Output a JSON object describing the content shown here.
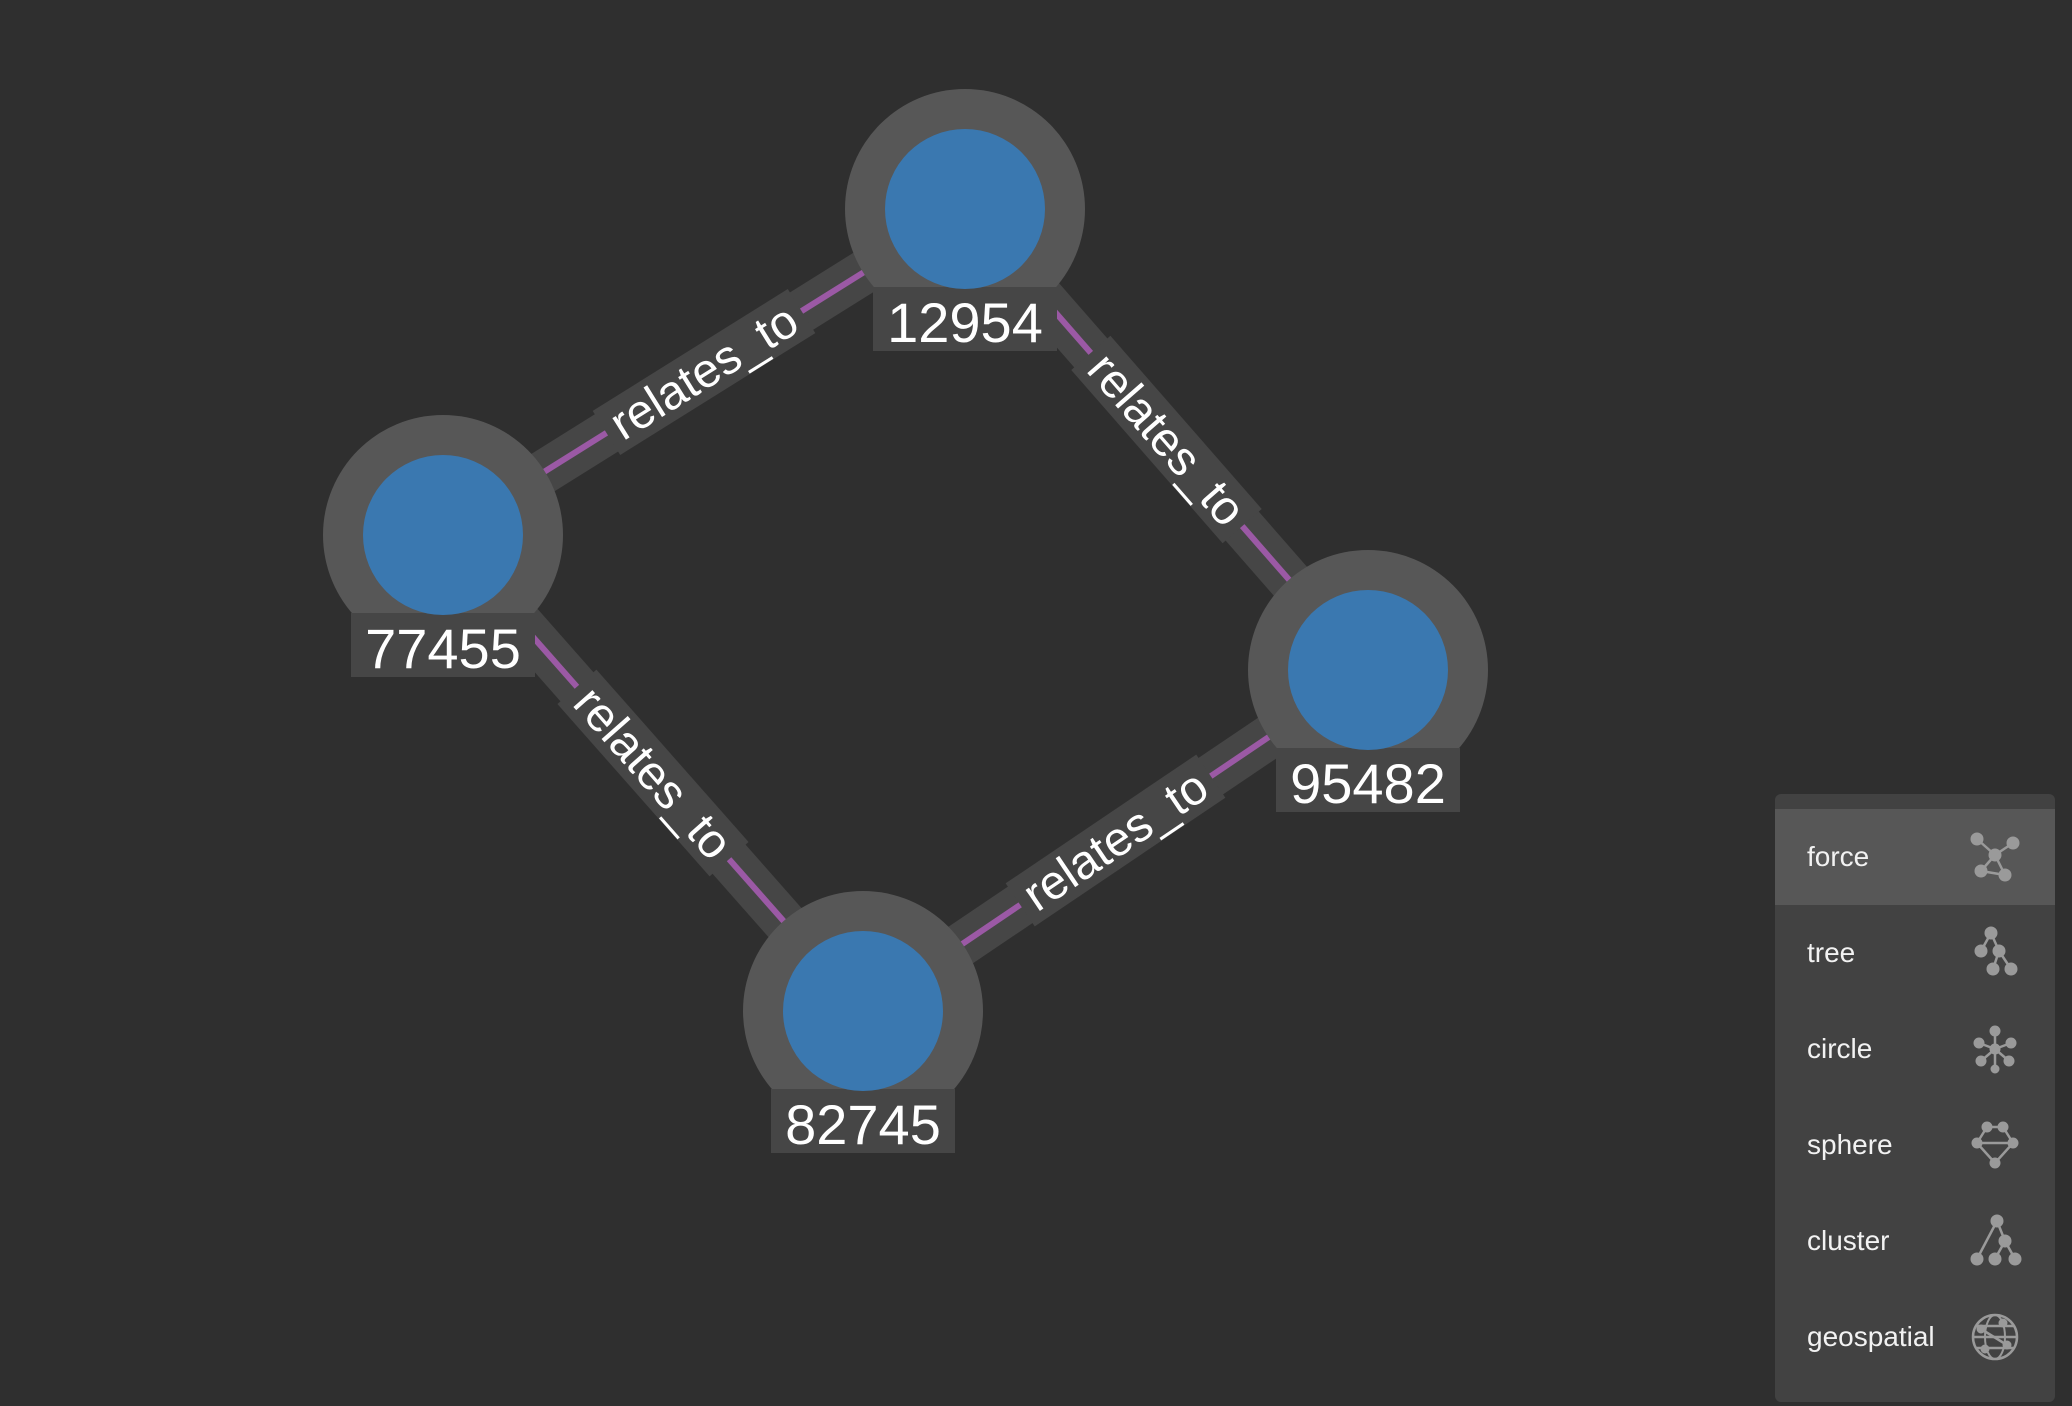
{
  "graph": {
    "nodes": [
      {
        "id": "12954",
        "label": "12954"
      },
      {
        "id": "77455",
        "label": "77455"
      },
      {
        "id": "95482",
        "label": "95482"
      },
      {
        "id": "82745",
        "label": "82745"
      }
    ],
    "edges": [
      {
        "from": "77455",
        "to": "12954",
        "label": "relates_to"
      },
      {
        "from": "12954",
        "to": "95482",
        "label": "relates_to"
      },
      {
        "from": "77455",
        "to": "82745",
        "label": "relates_to"
      },
      {
        "from": "82745",
        "to": "95482",
        "label": "relates_to"
      }
    ]
  },
  "colors": {
    "background": "#2f2f2f",
    "node_fill": "#3a78b0",
    "node_halo": "#575757",
    "edge_line": "#9b59a5",
    "edge_band": "#464646",
    "label_text": "#ffffff"
  },
  "layout_panel": {
    "items": [
      {
        "label": "force",
        "icon": "force-layout-icon",
        "active": true
      },
      {
        "label": "tree",
        "icon": "tree-layout-icon",
        "active": false
      },
      {
        "label": "circle",
        "icon": "circle-layout-icon",
        "active": false
      },
      {
        "label": "sphere",
        "icon": "sphere-layout-icon",
        "active": false
      },
      {
        "label": "cluster",
        "icon": "cluster-layout-icon",
        "active": false
      },
      {
        "label": "geospatial",
        "icon": "geospatial-layout-icon",
        "active": false
      }
    ]
  }
}
